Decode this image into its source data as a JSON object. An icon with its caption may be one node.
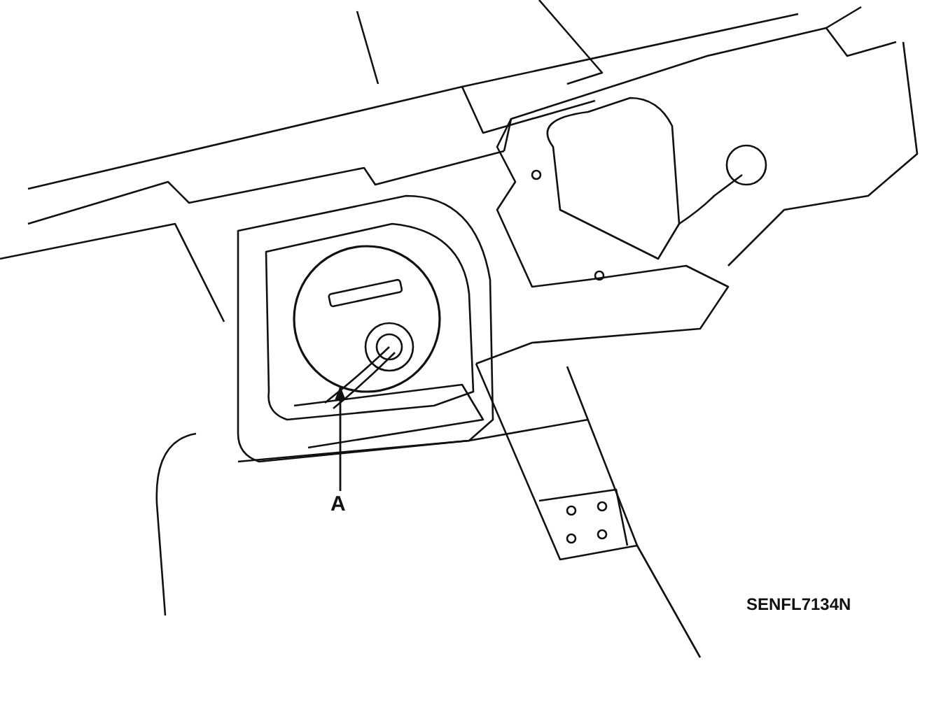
{
  "diagram": {
    "nodes": [
      {
        "text": [
          "A"
        ]
      },
      {
        "text": [],
        "shape": "circle"
      }
    ],
    "edges": [
      {
        "from": 0,
        "to": 1,
        "arrow": "to"
      }
    ],
    "labels": [
      "SENFL7134N"
    ]
  }
}
